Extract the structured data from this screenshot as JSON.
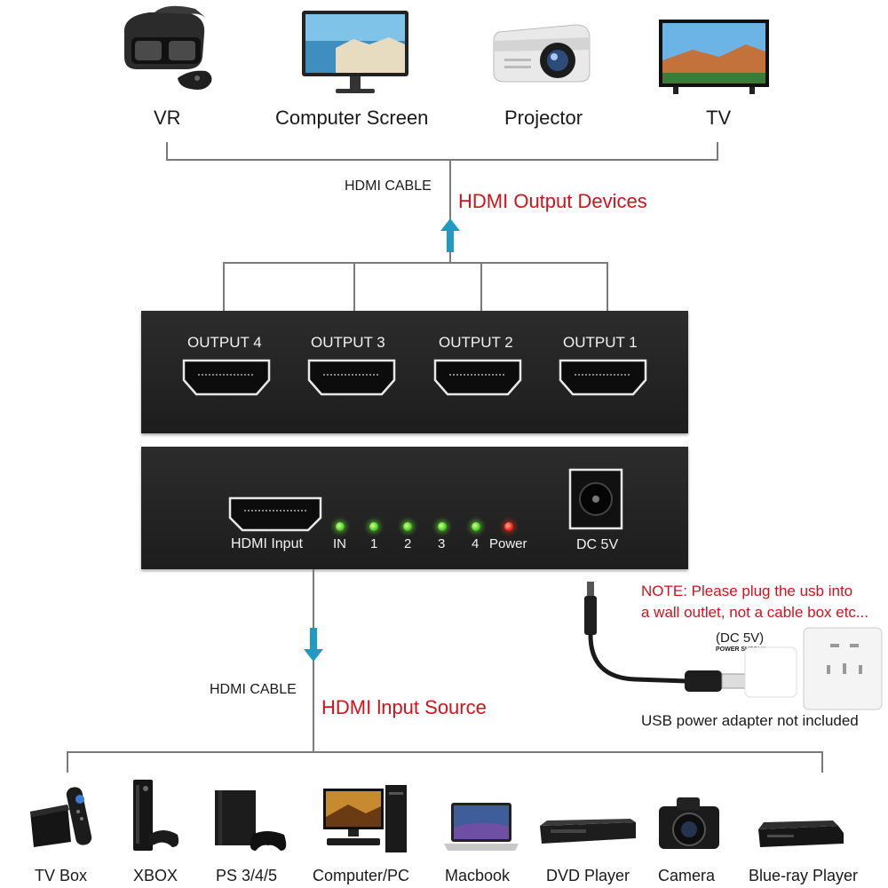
{
  "output_devices": [
    {
      "label": "VR",
      "icon": "vr-headset-icon"
    },
    {
      "label": "Computer Screen",
      "icon": "monitor-icon"
    },
    {
      "label": "Projector",
      "icon": "projector-icon"
    },
    {
      "label": "TV",
      "icon": "tv-icon"
    }
  ],
  "top_cable_label": "HDMI CABLE",
  "top_heading": "HDMI Output Devices",
  "outputs": [
    "OUTPUT 4",
    "OUTPUT 3",
    "OUTPUT 2",
    "OUTPUT 1"
  ],
  "front_panel": {
    "input_label": "HDMI Input",
    "leds": [
      {
        "label": "IN",
        "color": "green"
      },
      {
        "label": "1",
        "color": "green"
      },
      {
        "label": "2",
        "color": "green"
      },
      {
        "label": "3",
        "color": "green"
      },
      {
        "label": "4",
        "color": "green"
      },
      {
        "label": "Power",
        "color": "red"
      }
    ],
    "dc_label": "DC 5V"
  },
  "note": {
    "line1": "NOTE: Please plug the usb into",
    "line2": "a wall outlet, not a cable box etc...",
    "dc_label": "(DC 5V)",
    "power_supply": "POWER SUPPLY",
    "adapter_text": "USB power adapter not included"
  },
  "bottom_cable_label": "HDMI CABLE",
  "bottom_heading": "HDMI lnput Source",
  "input_sources": [
    {
      "label": "TV Box",
      "icon": "tv-box-icon"
    },
    {
      "label": "XBOX",
      "icon": "xbox-icon"
    },
    {
      "label": "PS 3/4/5",
      "icon": "playstation-icon"
    },
    {
      "label": "Computer/PC",
      "icon": "desktop-pc-icon"
    },
    {
      "label": "Macbook",
      "icon": "laptop-icon"
    },
    {
      "label": "DVD Player",
      "icon": "dvd-player-icon"
    },
    {
      "label": "Camera",
      "icon": "camera-icon"
    },
    {
      "label": "Blue-ray Player",
      "icon": "bluray-player-icon"
    }
  ],
  "colors": {
    "accent_red": "#d0121b",
    "arrow_teal": "#1e9bc2",
    "panel": "#232323",
    "led_green": "#53d422",
    "led_red": "#ff2a14"
  }
}
